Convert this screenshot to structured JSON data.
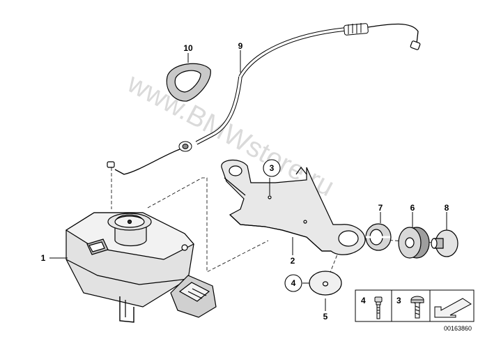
{
  "watermark": "www.BMWstore.ru",
  "callouts": {
    "c1": "1",
    "c2": "2",
    "c3": "3",
    "c4": "4",
    "c5": "5",
    "c6": "6",
    "c7": "7",
    "c8": "8",
    "c9": "9",
    "c10": "10"
  },
  "legend": {
    "item_a": "4",
    "item_b": "3"
  },
  "reference_number": "00163860",
  "colors": {
    "line": "#000000",
    "fill": "#ffffff",
    "shade": "#d8d8d8",
    "dark": "#9a9a9a",
    "watermark": "#bdbdbd"
  }
}
